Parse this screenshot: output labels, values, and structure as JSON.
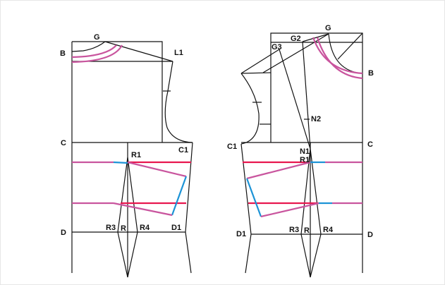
{
  "title": "Bodice pattern drafting diagram",
  "colors": {
    "outline": "#111111",
    "red": "#e8174f",
    "pink": "#c9559e",
    "blue": "#1c93d6"
  },
  "back_piece": {
    "labels": {
      "G": "G",
      "B": "B",
      "L1": "L1",
      "C": "C",
      "C1": "C1",
      "R1": "R1",
      "R3": "R3",
      "R": "R",
      "R4": "R4",
      "D1": "D1",
      "D": "D"
    }
  },
  "front_piece": {
    "labels": {
      "G": "G",
      "G2": "G2",
      "G3": "G3",
      "B": "B",
      "N2": "N2",
      "N1": "N1",
      "R1": "R1",
      "C1": "C1",
      "C": "C",
      "D1": "D1",
      "R3": "R3",
      "R": "R",
      "R4": "R4",
      "D": "D"
    }
  }
}
